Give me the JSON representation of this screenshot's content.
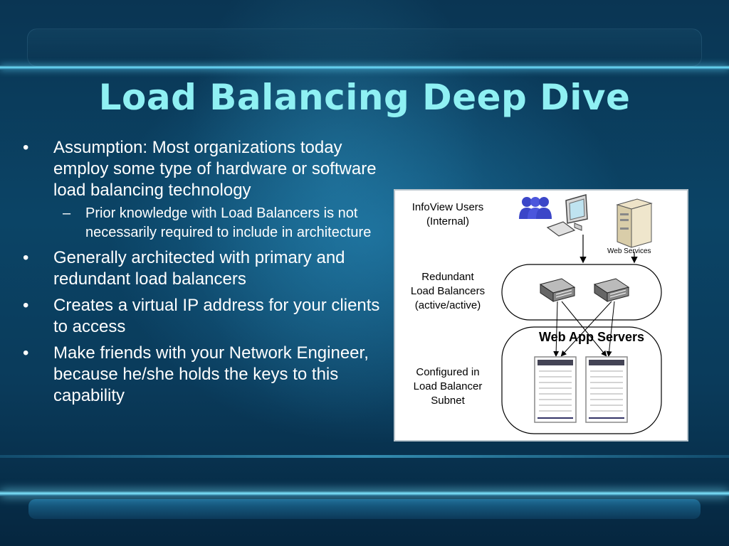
{
  "slide": {
    "title": "Load Balancing Deep Dive",
    "bullets": [
      {
        "text": "Assumption: Most organizations today employ some type of hardware or software load balancing technology",
        "sub": [
          "Prior knowledge with Load Balancers is not necessarily required to include in architecture"
        ]
      },
      {
        "text": "Generally architected with primary and redundant load balancers"
      },
      {
        "text": "Creates a virtual IP address for your clients to access"
      },
      {
        "text": "Make friends with your Network Engineer, because he/she holds the keys to this capability"
      }
    ],
    "bullet_glyph": "•",
    "sub_glyph": "–"
  },
  "diagram": {
    "users_label": "InfoView Users\n(Internal)",
    "lb_label": "Redundant\nLoad Balancers\n(active/active)",
    "subnet_label": "Configured in\nLoad Balancer\nSubnet",
    "web_services_label": "Web Services",
    "web_app_servers_label": "Web App Servers"
  },
  "colors": {
    "title": "#8ff0f3",
    "text": "#ffffff",
    "accent_line": "#6fe0ff"
  }
}
